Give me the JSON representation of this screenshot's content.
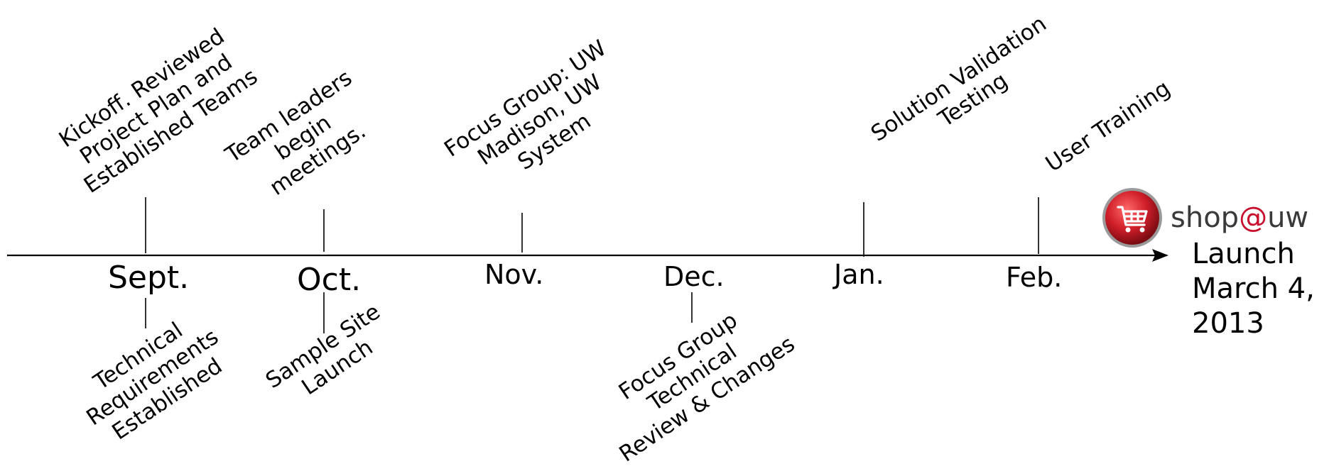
{
  "months": [
    {
      "key": "sept",
      "label": "Sept."
    },
    {
      "key": "oct",
      "label": "Oct."
    },
    {
      "key": "nov",
      "label": "Nov."
    },
    {
      "key": "dec",
      "label": "Dec."
    },
    {
      "key": "jan",
      "label": "Jan."
    },
    {
      "key": "feb",
      "label": "Feb."
    }
  ],
  "events_above": [
    {
      "month": "Sept.",
      "lines": [
        "Kickoff. Reviewed",
        "Project Plan and",
        "Established Teams"
      ]
    },
    {
      "month": "Oct.",
      "lines": [
        "Team leaders",
        "begin",
        "meetings."
      ]
    },
    {
      "month": "Nov.",
      "lines": [
        "Focus Group: UW",
        "Madison, UW",
        "System"
      ]
    },
    {
      "month": "Jan.",
      "lines": [
        "Solution Validation",
        "Testing"
      ]
    },
    {
      "month": "Feb.",
      "lines": [
        "User Training"
      ]
    }
  ],
  "events_below": [
    {
      "month": "Sept.",
      "lines": [
        "Technical",
        "Requirements",
        "Established"
      ]
    },
    {
      "month": "Oct.",
      "lines": [
        "Sample Site",
        "Launch"
      ]
    },
    {
      "month": "Dec.",
      "lines": [
        "Focus Group",
        "Technical",
        "Review & Changes"
      ]
    }
  ],
  "launch": {
    "lines": [
      "Launch",
      "March 4,",
      "2013"
    ]
  },
  "logo": {
    "text": "shop@uw",
    "icon": "shopping-cart-icon",
    "brand_color": "#c8102e"
  },
  "colors": {
    "axis": "#000000",
    "text": "#000000"
  }
}
